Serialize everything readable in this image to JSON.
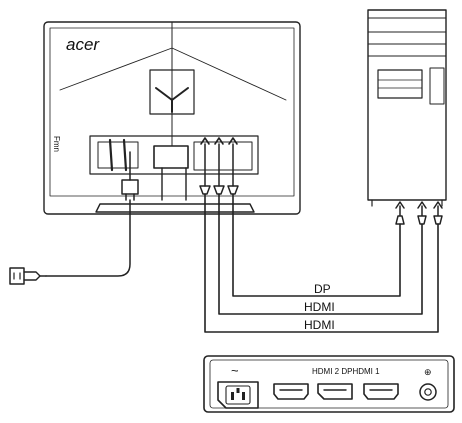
{
  "monitor": {
    "brand_logo": "acer",
    "side_label": "Fmn",
    "cable_labels": [
      "DP",
      "HDMI",
      "HDMI"
    ]
  },
  "io_panel": {
    "port_labels": "HDMI 2 DPHDMI 1",
    "power_symbol": "~",
    "audio_symbol": "⊕"
  }
}
